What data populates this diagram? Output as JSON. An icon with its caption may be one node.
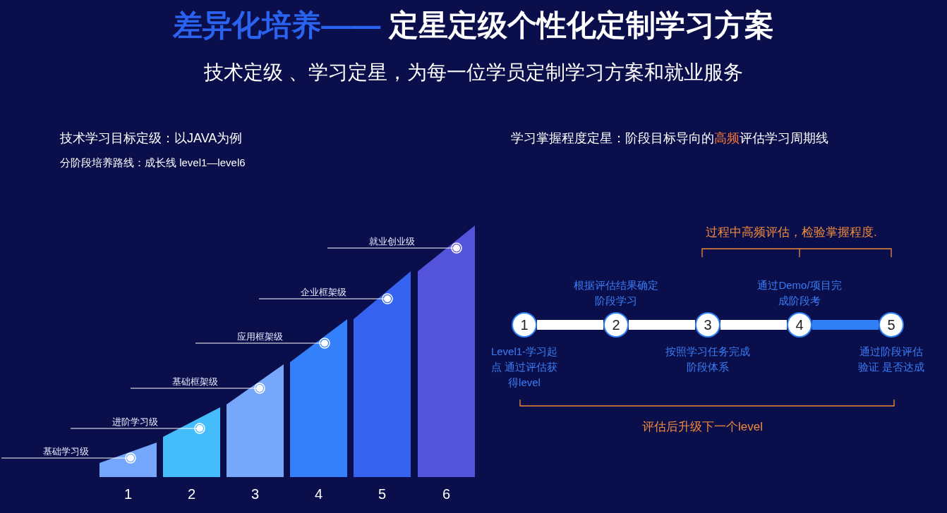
{
  "diagram": {
    "title": "**差异化培养——** 定星定级个性化定制学习方案",
    "nodes": [
      {
        "text": [],
        "shape": "bar",
        "beside": [
          "1"
        ]
      },
      {
        "text": [],
        "shape": "bar",
        "beside": [
          "2"
        ]
      },
      {
        "text": [],
        "shape": "bar",
        "beside": [
          "3"
        ]
      },
      {
        "text": [],
        "shape": "bar",
        "beside": [
          "4"
        ]
      },
      {
        "text": [],
        "shape": "bar",
        "beside": [
          "5"
        ]
      },
      {
        "text": [],
        "shape": "bar",
        "beside": [
          "6"
        ]
      },
      {
        "text": [
          "基础学习级"
        ]
      },
      {
        "text": [
          "进阶学习级"
        ]
      },
      {
        "text": [
          "基础框架级"
        ]
      },
      {
        "text": [
          "应用框架级"
        ]
      },
      {
        "text": [
          "企业框架级"
        ]
      },
      {
        "text": [
          "就业创业级"
        ]
      },
      {
        "text": [
          "1"
        ],
        "beside": [
          "Level1-学习起点 通过评估获得level"
        ]
      },
      {
        "text": [
          "2"
        ],
        "beside": [
          "根据评估结果确定阶段学习"
        ]
      },
      {
        "text": [
          "3"
        ],
        "beside": [
          "按照学习任务完成阶段体系"
        ]
      },
      {
        "text": [
          "4"
        ],
        "beside": [
          "通过Demo/项目完成阶段考"
        ]
      },
      {
        "text": [
          "5"
        ],
        "beside": [
          "通过阶段评估验证 是否达成"
        ]
      }
    ],
    "edges": [
      {
        "from": 6,
        "to": 0,
        "arrow": "other"
      },
      {
        "from": 7,
        "to": 1,
        "arrow": "other"
      },
      {
        "from": 8,
        "to": 2,
        "arrow": "other"
      },
      {
        "from": 9,
        "to": 3,
        "arrow": "other"
      },
      {
        "from": 10,
        "to": 4,
        "arrow": "other"
      },
      {
        "from": 11,
        "to": 5,
        "arrow": "other"
      },
      {
        "from": 12,
        "to": 13,
        "arrow": "none",
        "style": "thick"
      },
      {
        "from": 13,
        "to": 14,
        "arrow": "none",
        "style": "thick"
      },
      {
        "from": 14,
        "to": 15,
        "arrow": "none",
        "style": "thick"
      },
      {
        "from": 15,
        "to": 16,
        "arrow": "none",
        "style": "thick",
        "color": "#2f80f5"
      }
    ],
    "labels": [
      "技术定级 、学习定星，为每一位学员定制学习方案和就业服务",
      "技术学习目标定级：以JAVA为例",
      "分阶段培养路线：成长线 level1—level6",
      "学习掌握程度定星：阶段目标导向的**高频**评估学习周期线",
      "过程中高频评估，检验掌握程度.",
      "评估后升级下一个level"
    ]
  }
}
